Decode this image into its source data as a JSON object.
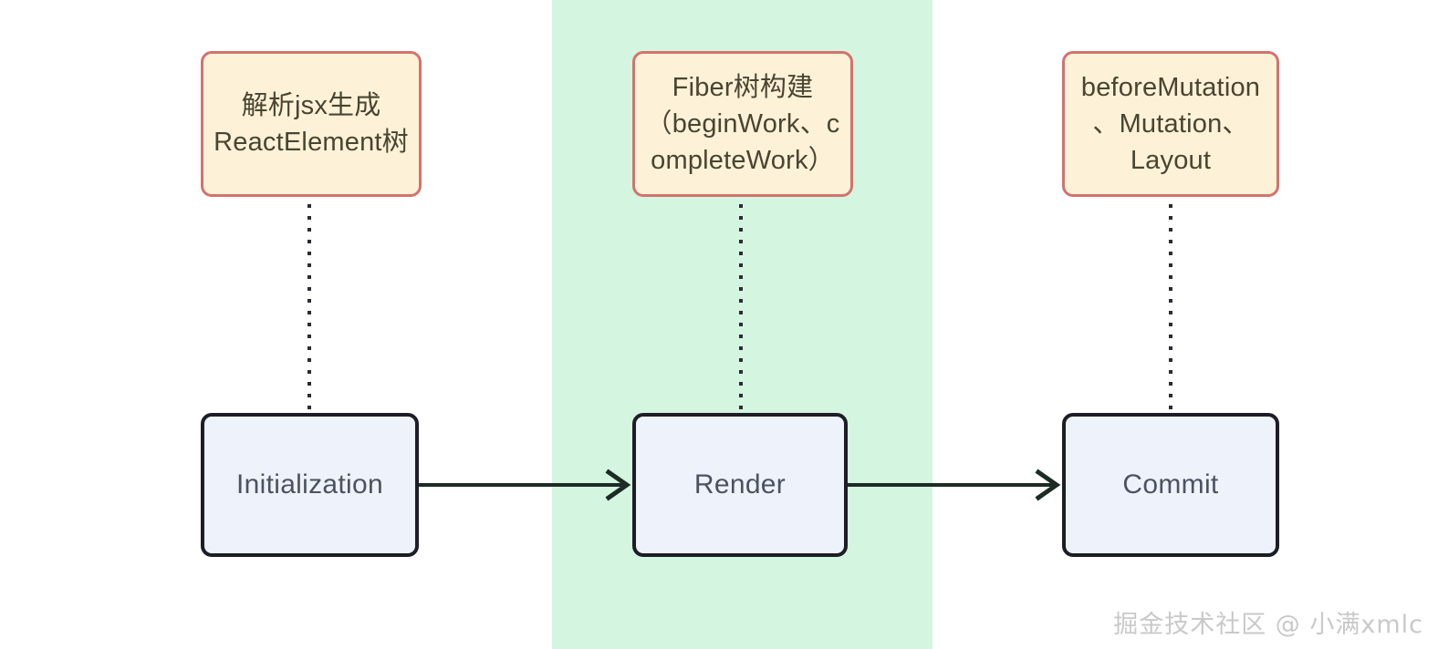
{
  "diagram": {
    "highlight_band": {
      "color": "#d4f5e0",
      "covers_label": "Render"
    },
    "descriptions": [
      {
        "id": "parse-jsx",
        "lines": [
          "解析jsx生成",
          "ReactElement树"
        ],
        "fill": "#fdf2d8",
        "border": "#d4726e"
      },
      {
        "id": "fiber-tree-build",
        "lines": [
          "Fiber树构建",
          "（beginWork、c",
          "ompleteWork）"
        ],
        "fill": "#fdf2d8",
        "border": "#d4726e"
      },
      {
        "id": "commit-sub-phases",
        "lines": [
          "beforeMutation",
          "、Mutation、",
          "Layout"
        ],
        "fill": "#fdf2d8",
        "border": "#d4726e"
      }
    ],
    "phases": [
      {
        "id": "initialization",
        "label": "Initialization",
        "fill": "#eef2fa",
        "border": "#1d1d27"
      },
      {
        "id": "render",
        "label": "Render",
        "fill": "#eef2fa",
        "border": "#1d1d27"
      },
      {
        "id": "commit",
        "label": "Commit",
        "fill": "#eef2fa",
        "border": "#1d1d27"
      }
    ],
    "connectors": [
      {
        "id": "dotted-parse-to-initialization",
        "style": "dotted",
        "orientation": "vertical"
      },
      {
        "id": "dotted-fiber-to-render",
        "style": "dotted",
        "orientation": "vertical"
      },
      {
        "id": "dotted-commit-sub-to-commit",
        "style": "dotted",
        "orientation": "vertical"
      }
    ],
    "arrows": [
      {
        "id": "initialization-to-render",
        "from": "Initialization",
        "to": "Render"
      },
      {
        "id": "render-to-commit",
        "from": "Render",
        "to": "Commit"
      }
    ],
    "watermark": "掘金技术社区 @ 小满xmlc"
  }
}
